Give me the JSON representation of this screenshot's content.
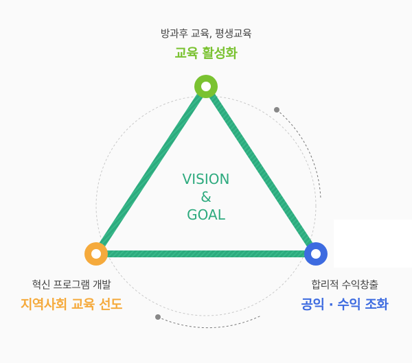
{
  "center": {
    "line1": "VISION",
    "line2": "&",
    "line3": "GOAL"
  },
  "nodes": {
    "top": {
      "sub": "방과후 교육, 평생교육",
      "main": "교육 활성화",
      "color": "#7ac231"
    },
    "left": {
      "sub": "혁신 프로그램 개발",
      "main": "지역사회 교육 선도",
      "color": "#f5aa3c"
    },
    "right": {
      "sub": "합리적 수익창출",
      "main": "공익 · 수익 조화",
      "color": "#3d6be0"
    }
  },
  "colors": {
    "triangle": "#2daa7e",
    "circle": "#c8c8c8"
  }
}
